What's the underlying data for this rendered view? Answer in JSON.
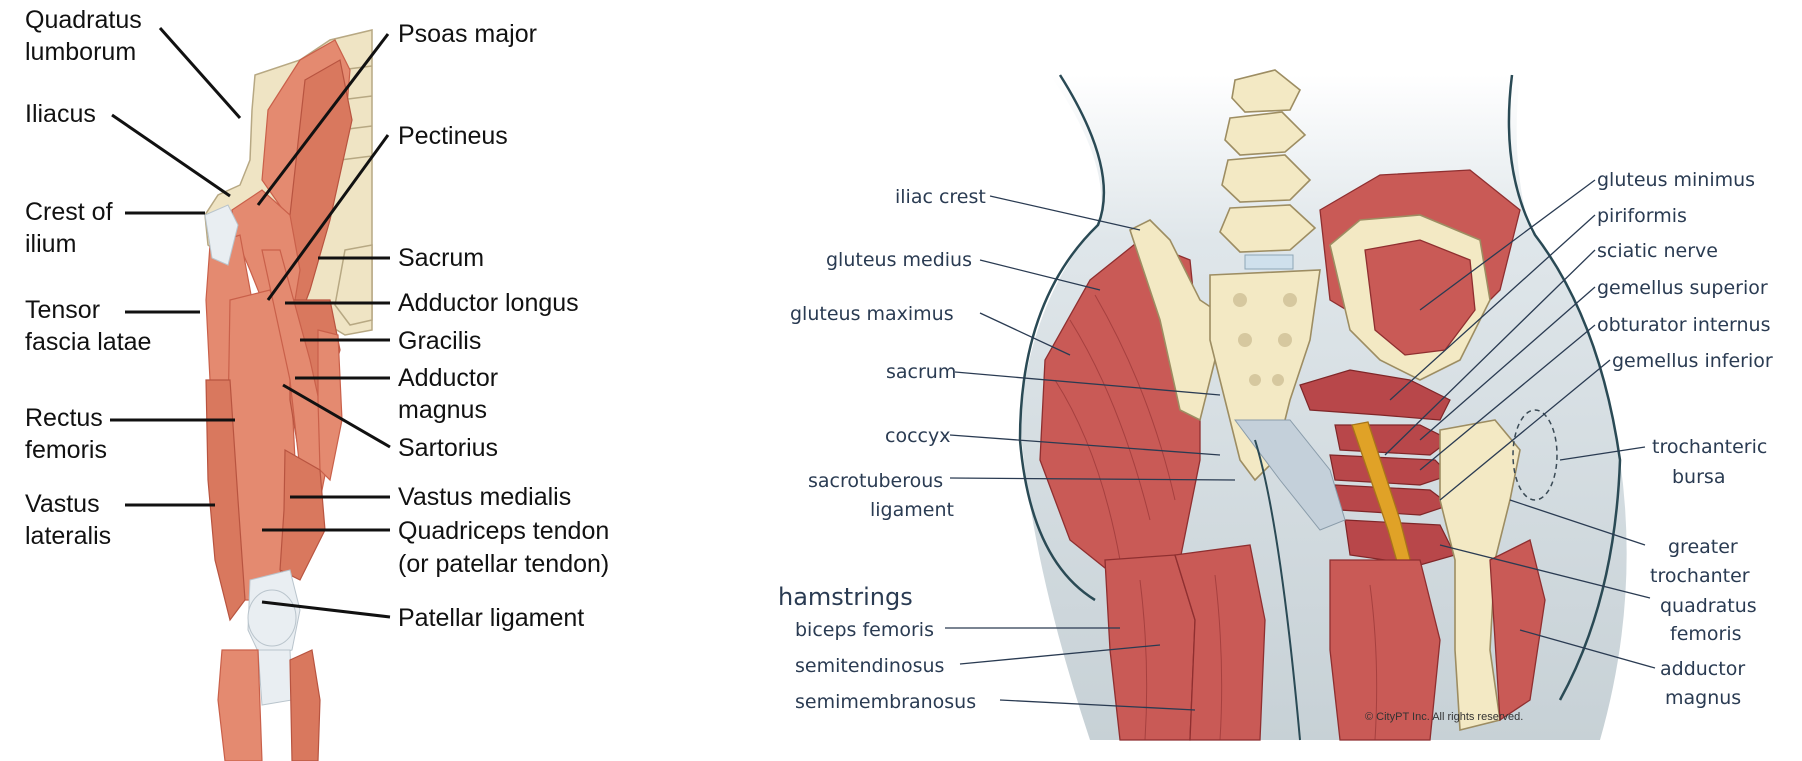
{
  "left_diagram": {
    "labels": {
      "quadratus_lumborum": [
        "Quadratus",
        "lumborum"
      ],
      "iliacus": "Iliacus",
      "crest_of_ilium": [
        "Crest of",
        "ilium"
      ],
      "tensor_fascia_latae": [
        "Tensor",
        "fascia latae"
      ],
      "rectus_femoris": [
        "Rectus",
        "femoris"
      ],
      "vastus_lateralis": [
        "Vastus",
        "lateralis"
      ],
      "psoas_major": "Psoas major",
      "pectineus": "Pectineus",
      "sacrum": "Sacrum",
      "adductor_longus": "Adductor longus",
      "gracilis": "Gracilis",
      "adductor_magnus": [
        "Adductor",
        "magnus"
      ],
      "sartorius": "Sartorius",
      "vastus_medialis": "Vastus medialis",
      "quadriceps_tendon": [
        "Quadriceps tendon",
        "(or patellar tendon)"
      ],
      "patellar_ligament": "Patellar ligament"
    }
  },
  "right_diagram": {
    "labels": {
      "iliac_crest": "iliac crest",
      "gluteus_medius": "gluteus medius",
      "gluteus_maximus": "gluteus maximus",
      "sacrum": "sacrum",
      "coccyx": "coccyx",
      "sacrotuberous_ligament": [
        "sacrotuberous",
        "ligament"
      ],
      "hamstrings": "hamstrings",
      "biceps_femoris": "biceps femoris",
      "semitendinosus": "semitendinosus",
      "semimembranosus": "semimembranosus",
      "gluteus_minimus": "gluteus minimus",
      "piriformis": "piriformis",
      "sciatic_nerve": "sciatic nerve",
      "gemellus_superior": "gemellus superior",
      "obturator_internus": "obturator internus",
      "gemellus_inferior": "gemellus inferior",
      "trochanteric_bursa": [
        "trochanteric",
        "bursa"
      ],
      "greater_trochanter": [
        "greater",
        "trochanter"
      ],
      "quadratus_femoris": [
        "quadratus",
        "femoris"
      ],
      "adductor_magnus": [
        "adductor",
        "magnus"
      ]
    },
    "copyright": "© CityPT Inc. All rights reserved."
  },
  "colors": {
    "left_muscle": "#e48a70",
    "right_muscle": "#c95a56",
    "bone": "#efe4c4",
    "nerve": "#e0a227",
    "right_label": "#2a3b52"
  }
}
